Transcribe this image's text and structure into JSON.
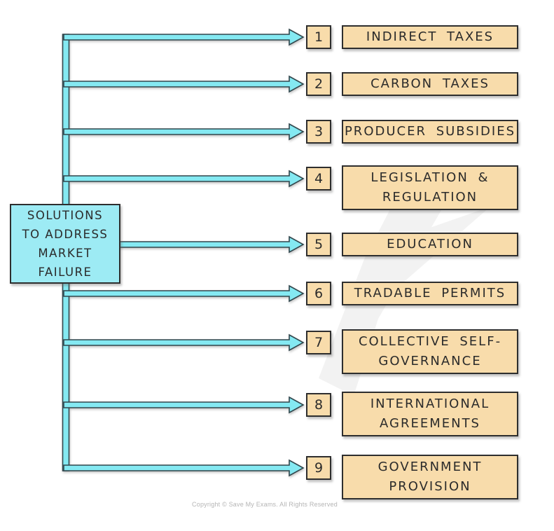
{
  "title_box": {
    "text": "SOLUTIONS\nTO ADDRESS\nMARKET\nFAILURE"
  },
  "rows": [
    {
      "number": "1",
      "label": "INDIRECT TAXES"
    },
    {
      "number": "2",
      "label": "CARBON TAXES"
    },
    {
      "number": "3",
      "label": "PRODUCER SUBSIDIES"
    },
    {
      "number": "4",
      "label": "LEGISLATION &\nREGULATION"
    },
    {
      "number": "5",
      "label": "EDUCATION"
    },
    {
      "number": "6",
      "label": "TRADABLE PERMITS"
    },
    {
      "number": "7",
      "label": "COLLECTIVE SELF-\nGOVERNANCE"
    },
    {
      "number": "8",
      "label": "INTERNATIONAL\nAGREEMENTS"
    },
    {
      "number": "9",
      "label": "GOVERNMENT\nPROVISION"
    }
  ],
  "footer": {
    "copyright": "Copyright © Save My Exams. All Rights Reserved"
  },
  "icons": {
    "flow_arrow": "right-block-arrow",
    "trunk": "vertical-connector-line"
  },
  "colors": {
    "arrow_fill": "#84E9F2",
    "arrow_outline": "#32474d",
    "title_box_fill": "#9DEBF4",
    "item_box_fill": "#F8DCAB",
    "box_border": "#2e2e2e",
    "text": "#2b2b2b",
    "copyright_text": "#b5b5b5",
    "watermark": "#f2f2f2",
    "background": "#ffffff"
  }
}
